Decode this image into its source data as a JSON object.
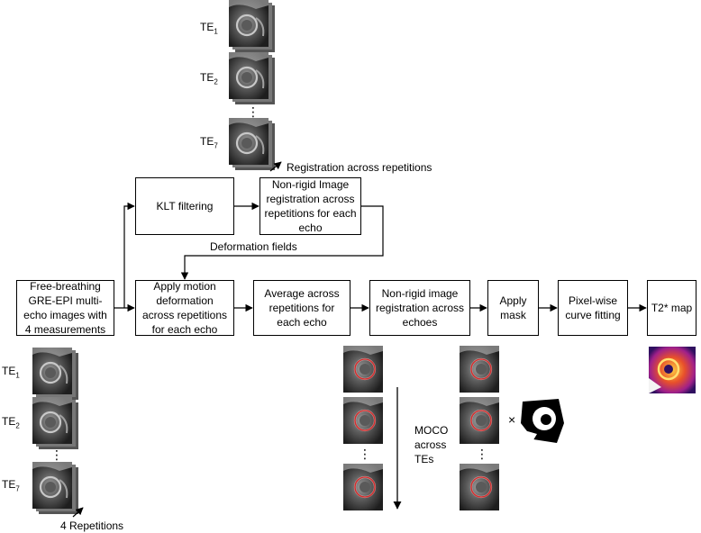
{
  "boxes": {
    "input": "Free-breathing GRE-EPI multi-echo images with 4 measurements",
    "klt": "KLT filtering",
    "nonrigid_reps": "Non-rigid Image registration across repetitions for each echo",
    "apply_motion": "Apply motion deformation across repetitions for each echo",
    "average": "Average across repetitions for each echo",
    "nonrigid_echoes": "Non-rigid image registration across echoes",
    "apply_mask": "Apply mask",
    "curve_fit": "Pixel-wise curve fitting",
    "t2map": "T2* map"
  },
  "labels": {
    "registration_reps": "Registration across repetitions",
    "deformation": "Deformation fields",
    "moco": "MOCO\nacross\nTEs",
    "repetitions": "4 Repetitions",
    "times": "×",
    "ellipsis": "⋮"
  },
  "te_labels": {
    "top": [
      {
        "base": "TE",
        "sub": "1"
      },
      {
        "base": "TE",
        "sub": "2"
      },
      {
        "base": "TE",
        "sub": "7"
      }
    ],
    "bottom": [
      {
        "base": "TE",
        "sub": "1"
      },
      {
        "base": "TE",
        "sub": "2"
      },
      {
        "base": "TE",
        "sub": "7"
      }
    ]
  },
  "colors": {
    "line": "#000000",
    "image_bg": "#3a3a3a",
    "ring_red": "#d03030"
  }
}
